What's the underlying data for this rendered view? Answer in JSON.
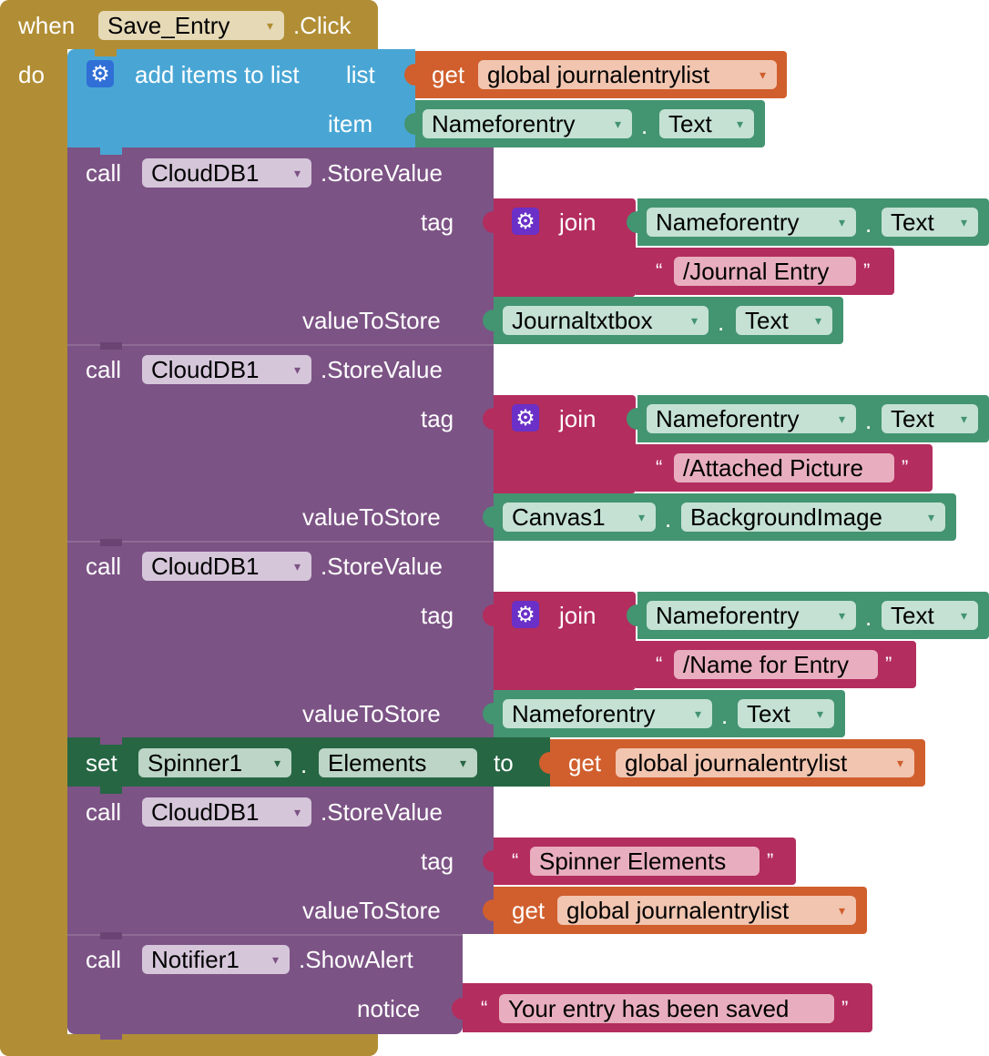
{
  "event": {
    "when_label": "when",
    "component": "Save_Entry",
    "event_name": ".Click",
    "do_label": "do"
  },
  "add_items": {
    "label": "add items to list",
    "list_label": "list",
    "item_label": "item",
    "get_label": "get",
    "list_var": "global journalentrylist",
    "item_component": "Nameforentry",
    "item_property": "Text"
  },
  "store_calls": [
    {
      "call_label": "call",
      "component": "CloudDB1",
      "method": ".StoreValue",
      "tag_label": "tag",
      "value_label": "valueToStore",
      "join_label": "join",
      "join_component": "Nameforentry",
      "join_property": "Text",
      "join_text": "/Journal Entry",
      "value_component": "Journaltxtbox",
      "value_property": "Text"
    },
    {
      "call_label": "call",
      "component": "CloudDB1",
      "method": ".StoreValue",
      "tag_label": "tag",
      "value_label": "valueToStore",
      "join_label": "join",
      "join_component": "Nameforentry",
      "join_property": "Text",
      "join_text": "/Attached Picture",
      "value_component": "Canvas1",
      "value_property": "BackgroundImage"
    },
    {
      "call_label": "call",
      "component": "CloudDB1",
      "method": ".StoreValue",
      "tag_label": "tag",
      "value_label": "valueToStore",
      "join_label": "join",
      "join_component": "Nameforentry",
      "join_property": "Text",
      "join_text": "/Name for Entry",
      "value_component": "Nameforentry",
      "value_property": "Text"
    }
  ],
  "set_block": {
    "set_label": "set",
    "component": "Spinner1",
    "dot": ".",
    "property": "Elements",
    "to_label": "to",
    "get_label": "get",
    "var": "global journalentrylist"
  },
  "store_spinner": {
    "call_label": "call",
    "component": "CloudDB1",
    "method": ".StoreValue",
    "tag_label": "tag",
    "tag_text": "Spinner Elements",
    "value_label": "valueToStore",
    "get_label": "get",
    "var": "global journalentrylist"
  },
  "alert": {
    "call_label": "call",
    "component": "Notifier1",
    "method": ".ShowAlert",
    "notice_label": "notice",
    "notice_text": "Your entry has been saved"
  },
  "glyphs": {
    "dropdown_arrow": "▾",
    "dot": ".",
    "open_quote": "“",
    "close_quote": "”",
    "gear": "⚙"
  },
  "colors": {
    "event": "#b18e35",
    "lists": "#49a6d4",
    "procedure_call": "#7c5385",
    "variables": "#d05f2d",
    "component_property": "#439470",
    "setter": "#266643",
    "text": "#b32d5e"
  }
}
